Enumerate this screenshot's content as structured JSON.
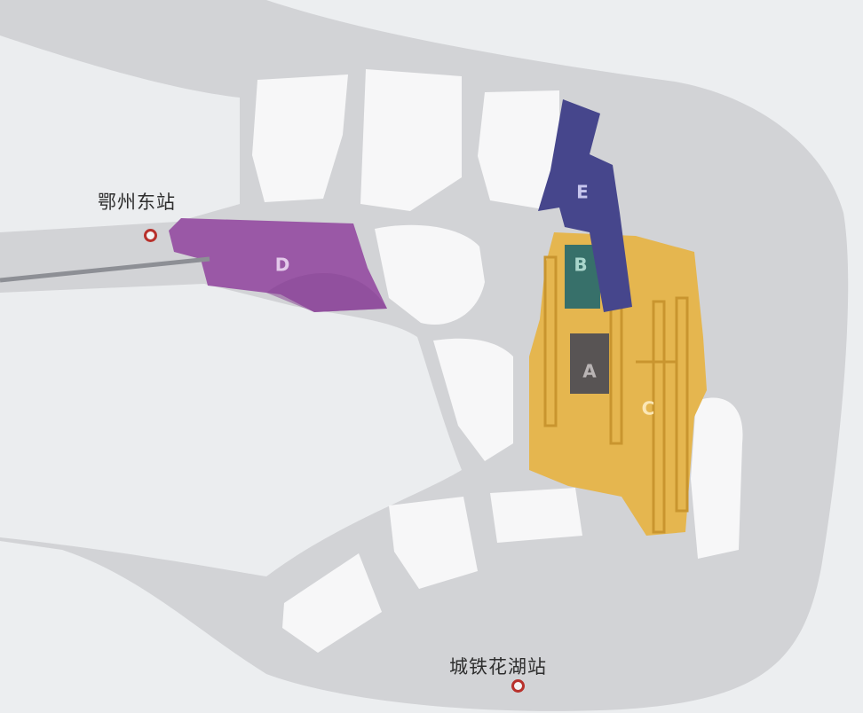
{
  "map": {
    "stations": [
      {
        "id": "ezhou-east",
        "name": "鄂州东站"
      },
      {
        "id": "huahu",
        "name": "城铁花湖站"
      }
    ],
    "zones": [
      {
        "id": "A",
        "label": "A",
        "color": "#585454",
        "label_color": "#b9b4b4"
      },
      {
        "id": "B",
        "label": "B",
        "color": "#37706a",
        "label_color": "#a9d6cc"
      },
      {
        "id": "C",
        "label": "C",
        "color": "#e5b64f",
        "label_color": "#fbe7b6"
      },
      {
        "id": "D",
        "label": "D",
        "color": "#9a58a6",
        "label_color": "#e3c9ea"
      },
      {
        "id": "E",
        "label": "E",
        "color": "#46468c",
        "label_color": "#c7c6ee"
      }
    ],
    "colors": {
      "background": "#eceef0",
      "road": "#d2d3d6",
      "block": "#f7f7f8",
      "station_marker": "#b8312c"
    }
  }
}
